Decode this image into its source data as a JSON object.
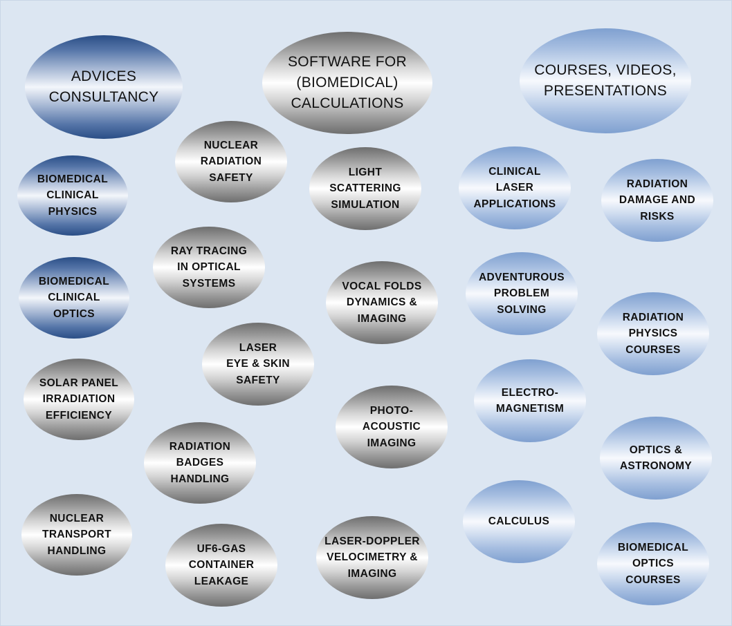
{
  "headers": {
    "advices": "ADVICES\nCONSULTANCY",
    "software": "SOFTWARE FOR\n(BIOMEDICAL)\nCALCULATIONS",
    "courses": "COURSES, VIDEOS,\nPRESENTATIONS"
  },
  "advices_items": {
    "biomedical_clinical_physics": "BIOMEDICAL\nCLINICAL\nPHYSICS",
    "biomedical_clinical_optics": "BIOMEDICAL\nCLINICAL\nOPTICS",
    "solar_panel": "SOLAR PANEL\nIRRADIATION\nEFFICIENCY",
    "nuclear_transport": "NUCLEAR\nTRANSPORT\nHANDLING"
  },
  "middle_left_items": {
    "nuclear_radiation_safety": "NUCLEAR\nRADIATION\nSAFETY",
    "ray_tracing": "RAY TRACING\nIN OPTICAL\nSYSTEMS",
    "laser_eye_skin": "LASER\nEYE & SKIN\nSAFETY",
    "radiation_badges": "RADIATION\nBADGES\nHANDLING",
    "uf6_gas": "UF6-GAS\nCONTAINER\nLEAKAGE"
  },
  "software_items": {
    "light_scattering": "LIGHT\nSCATTERING\nSIMULATION",
    "vocal_folds": "VOCAL FOLDS\nDYNAMICS &\nIMAGING",
    "photo_acoustic": "PHOTO-\nACOUSTIC\nIMAGING",
    "laser_doppler": "LASER-DOPPLER\nVELOCIMETRY &\nIMAGING"
  },
  "courses_items": {
    "clinical_laser": "CLINICAL\nLASER\nAPPLICATIONS",
    "adventurous": "ADVENTUROUS\nPROBLEM\nSOLVING",
    "electromagnetism": "ELECTRO-\nMAGNETISM",
    "calculus": "CALCULUS",
    "radiation_damage": "RADIATION\nDAMAGE AND\nRISKS",
    "radiation_physics": "RADIATION\nPHYSICS\nCOURSES",
    "optics_astronomy": "OPTICS &\nASTRONOMY",
    "biomedical_optics_courses": "BIOMEDICAL\nOPTICS\nCOURSES"
  },
  "colors": {
    "background": "#dce6f2",
    "dark_blue": "#2a4e86",
    "gray": "#6e6e6e",
    "light_blue": "#7fa0d0"
  }
}
